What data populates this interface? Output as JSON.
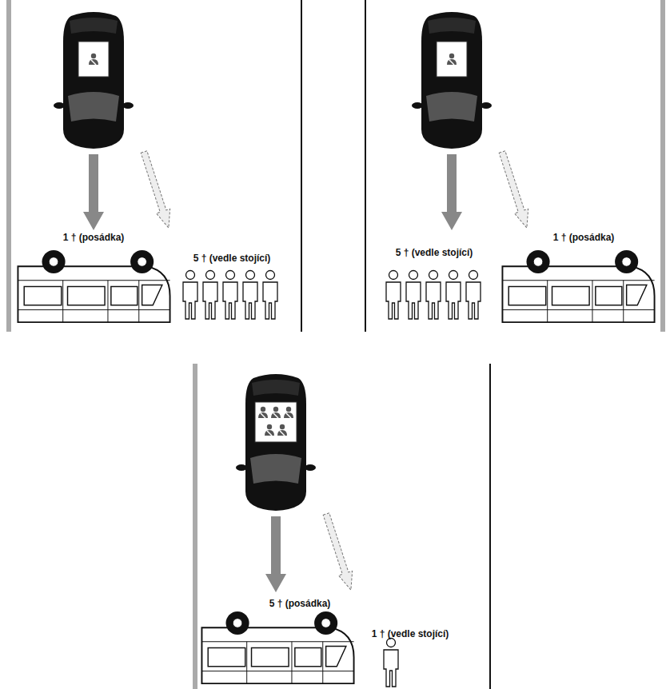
{
  "diagram": {
    "labels": [
      "1 † (posádka)",
      "5 † (vedle stojící)",
      "5 † (vedle stojící)",
      "1 † (posádka)",
      "5 † (posádka)",
      "1 † (vedle stojící)"
    ]
  }
}
